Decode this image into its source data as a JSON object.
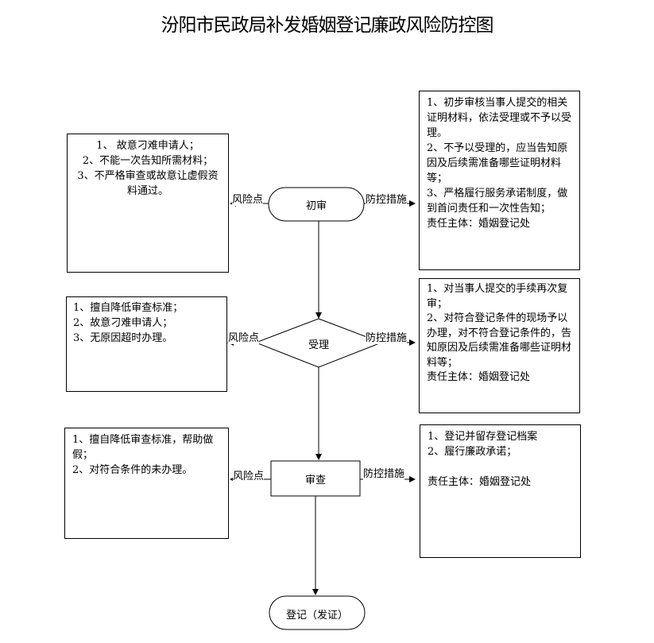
{
  "title": "汾阳市民政局补发婚姻登记廉政风险防控图",
  "nodes": {
    "chushen": "初审",
    "shouli": "受理",
    "shencha": "审查",
    "dengji": "登记（发证）"
  },
  "edge_labels": {
    "risk": "风险点",
    "measure": "防控措施"
  },
  "risk_boxes": {
    "chushen": [
      "1、 故意刁难申请人；",
      "2、不能一次告知所需材料；",
      "3、不严格审查或故意让虚假资料通过。"
    ],
    "shouli": [
      "1、擅自降低审查标准；",
      "2、故意刁难申请人；",
      "3、无原因超时办理。"
    ],
    "shencha": [
      "1、擅自降低审查标准，帮助做假；",
      "2、对符合条件的未办理。"
    ]
  },
  "measure_boxes": {
    "chushen": [
      "1、初步审核当事人提交的相关证明材料，依法受理或不予以受理。",
      "2、不予以受理的，应当告知原因及后续需准备哪些证明材料等；",
      "3、严格履行服务承诺制度，做到首问责任和一次性告知；",
      "责任主体：婚姻登记处"
    ],
    "shouli": [
      "1、对当事人提交的手续再次复审；",
      "2、对符合登记条件的现场予以办理，对不符合登记条件的，告知原因及后续需准备哪些证明材料等；",
      "责任主体：婚姻登记处"
    ],
    "shencha": [
      "1、登记并留存登记档案",
      "2、履行廉政承诺；",
      "",
      "责任主体：婚姻登记处"
    ]
  }
}
